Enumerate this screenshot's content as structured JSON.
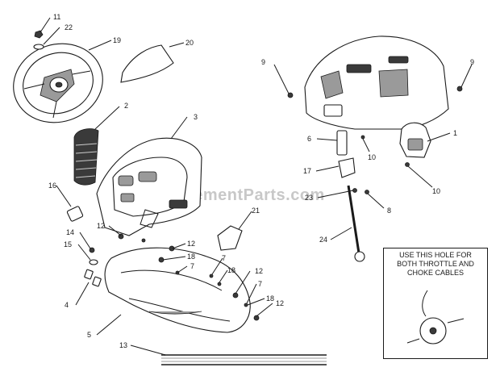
{
  "watermark": "eReplacementParts.com",
  "note": {
    "line1": "USE THIS HOLE FOR",
    "line2": "BOTH THROTTLE AND",
    "line3": "CHOKE CABLES"
  },
  "callouts": {
    "c1": "1",
    "c2": "2",
    "c3": "3",
    "c4": "4",
    "c5": "5",
    "c6": "6",
    "c7a": "7",
    "c7b": "7",
    "c7c": "7",
    "c8": "8",
    "c9a": "9",
    "c9b": "9",
    "c10a": "10",
    "c10b": "10",
    "c11": "11",
    "c12a": "12",
    "c12b": "12",
    "c12c": "12",
    "c12d": "12",
    "c13": "13",
    "c14": "14",
    "c15": "15",
    "c16": "16",
    "c17": "17",
    "c18a": "18",
    "c18b": "18",
    "c18c": "18",
    "c19": "19",
    "c20": "20",
    "c21": "21",
    "c22": "22",
    "c23": "23",
    "c24": "24"
  }
}
